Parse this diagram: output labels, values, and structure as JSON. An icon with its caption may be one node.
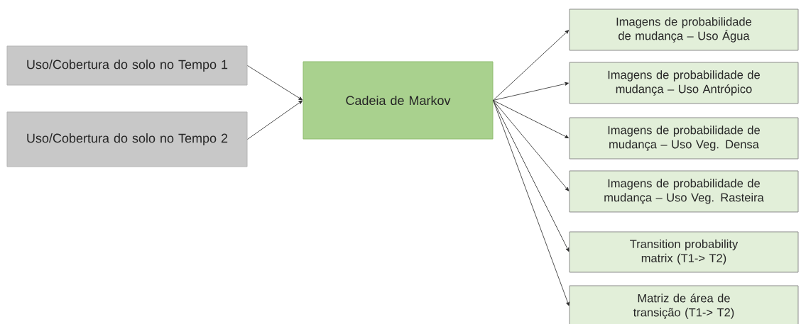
{
  "diagram": {
    "nodes": [
      {
        "text": [
          "Uso/Cobertura do solo no Tempo 1"
        ]
      },
      {
        "text": [
          "Uso/Cobertura do solo no Tempo 2"
        ]
      },
      {
        "text": [
          "Cadeia de Markov"
        ]
      },
      {
        "text": [
          "Imagens de probabilidade de mudança – Uso Água"
        ]
      },
      {
        "text": [
          "Imagens de probabilidade de mudança – Uso Antrópico"
        ]
      },
      {
        "text": [
          "Imagens de probabilidade de mudança – Uso Veg. Densa"
        ]
      },
      {
        "text": [
          "Imagens de probabilidade de mudança – Uso Veg. Rasteira"
        ]
      },
      {
        "text": [
          "Transition probability matrix (T1-> T2)"
        ]
      },
      {
        "text": [
          "Matriz de área de transição (T1-> T2)"
        ]
      }
    ],
    "edges": [
      {
        "from": 0,
        "to": 2,
        "arrow": "to"
      },
      {
        "from": 1,
        "to": 2,
        "arrow": "to"
      },
      {
        "from": 2,
        "to": 3,
        "arrow": "to"
      },
      {
        "from": 2,
        "to": 4,
        "arrow": "to"
      },
      {
        "from": 2,
        "to": 5,
        "arrow": "to"
      },
      {
        "from": 2,
        "to": 6,
        "arrow": "to"
      },
      {
        "from": 2,
        "to": 7,
        "arrow": "to"
      },
      {
        "from": 2,
        "to": 8,
        "arrow": "to"
      }
    ]
  }
}
